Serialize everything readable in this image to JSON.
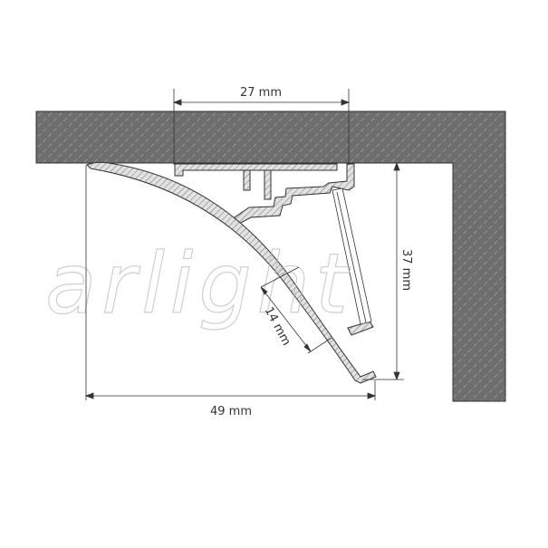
{
  "dimensions": {
    "width_top": "27 mm",
    "height": "37 mm",
    "diffuser": "14 mm",
    "width_total": "49 mm"
  },
  "watermark": "arlight",
  "colors": {
    "concrete": "#6e6e6e",
    "profile": "#d8d8d8",
    "line": "#333333"
  }
}
